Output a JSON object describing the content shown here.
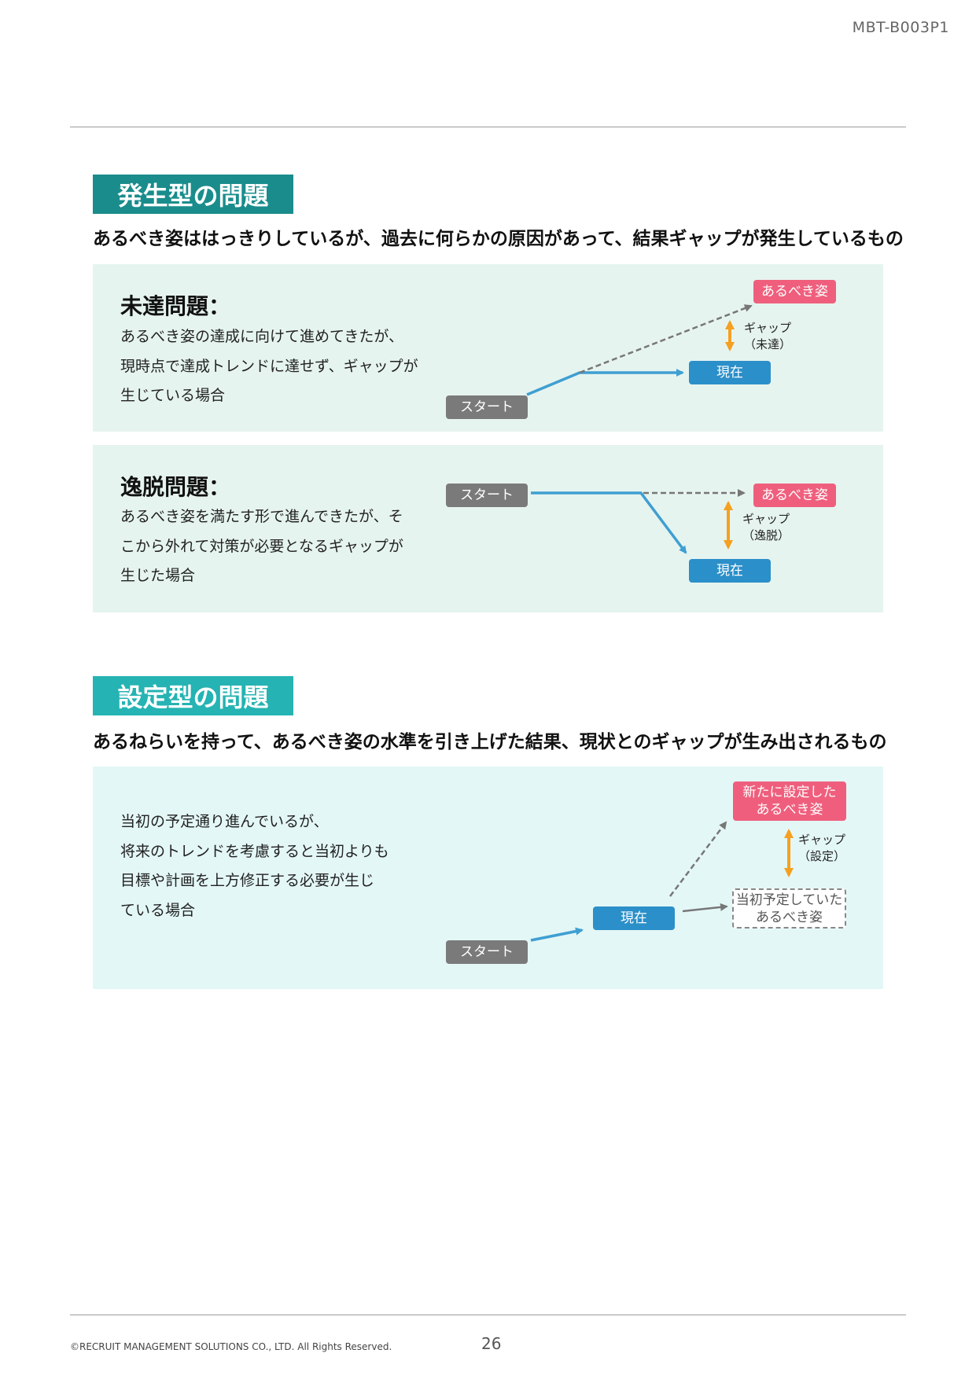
{
  "header": {
    "doc_id": "MBT-B003P1"
  },
  "section1": {
    "title": "発生型の問題",
    "subtitle": "あるべき姿ははっきりしているが、過去に何らかの原因があって、結果ギャップが発生しているもの",
    "panel1": {
      "title": "未達問題：",
      "desc": [
        "あるべき姿の達成に向けて進めてきたが、",
        "現時点で達成トレンドに達せず、ギャップが",
        "生じている場合"
      ],
      "start": "スタート",
      "current": "現在",
      "ideal": "あるべき姿",
      "gap": [
        "ギャップ",
        "（未達）"
      ]
    },
    "panel2": {
      "title": "逸脱問題：",
      "desc": [
        "あるべき姿を満たす形で進んできたが、そ",
        "こから外れて対策が必要となるギャップが",
        "生じた場合"
      ],
      "start": "スタート",
      "current": "現在",
      "ideal": "あるべき姿",
      "gap": [
        "ギャップ",
        "（逸脱）"
      ]
    }
  },
  "section2": {
    "title": "設定型の問題",
    "subtitle": "あるねらいを持って、あるべき姿の水準を引き上げた結果、現状とのギャップが生み出されるもの",
    "panel": {
      "desc": [
        "当初の予定通り進んでいるが、",
        "将来のトレンドを考慮すると当初よりも",
        "目標や計画を上方修正する必要が生じ",
        "ている場合"
      ],
      "start": "スタート",
      "current": "現在",
      "new_ideal": [
        "新たに設定した",
        "あるべき姿"
      ],
      "planned_ideal": [
        "当初予定していた",
        "あるべき姿"
      ],
      "gap": [
        "ギャップ",
        "（設定）"
      ]
    }
  },
  "footer": {
    "copyright": "©RECRUIT MANAGEMENT SOLUTIONS CO., LTD. All Rights Reserved.",
    "page": "26"
  },
  "colors": {
    "teal_dark": "#1a8c8c",
    "teal_light": "#25b3b3",
    "panel_green": "#e6f4ef",
    "panel_cyan": "#e3f7f6",
    "arrow_blue": "#3f9fd2",
    "gap_orange": "#f5a020",
    "pink": "#ef5f7d"
  }
}
